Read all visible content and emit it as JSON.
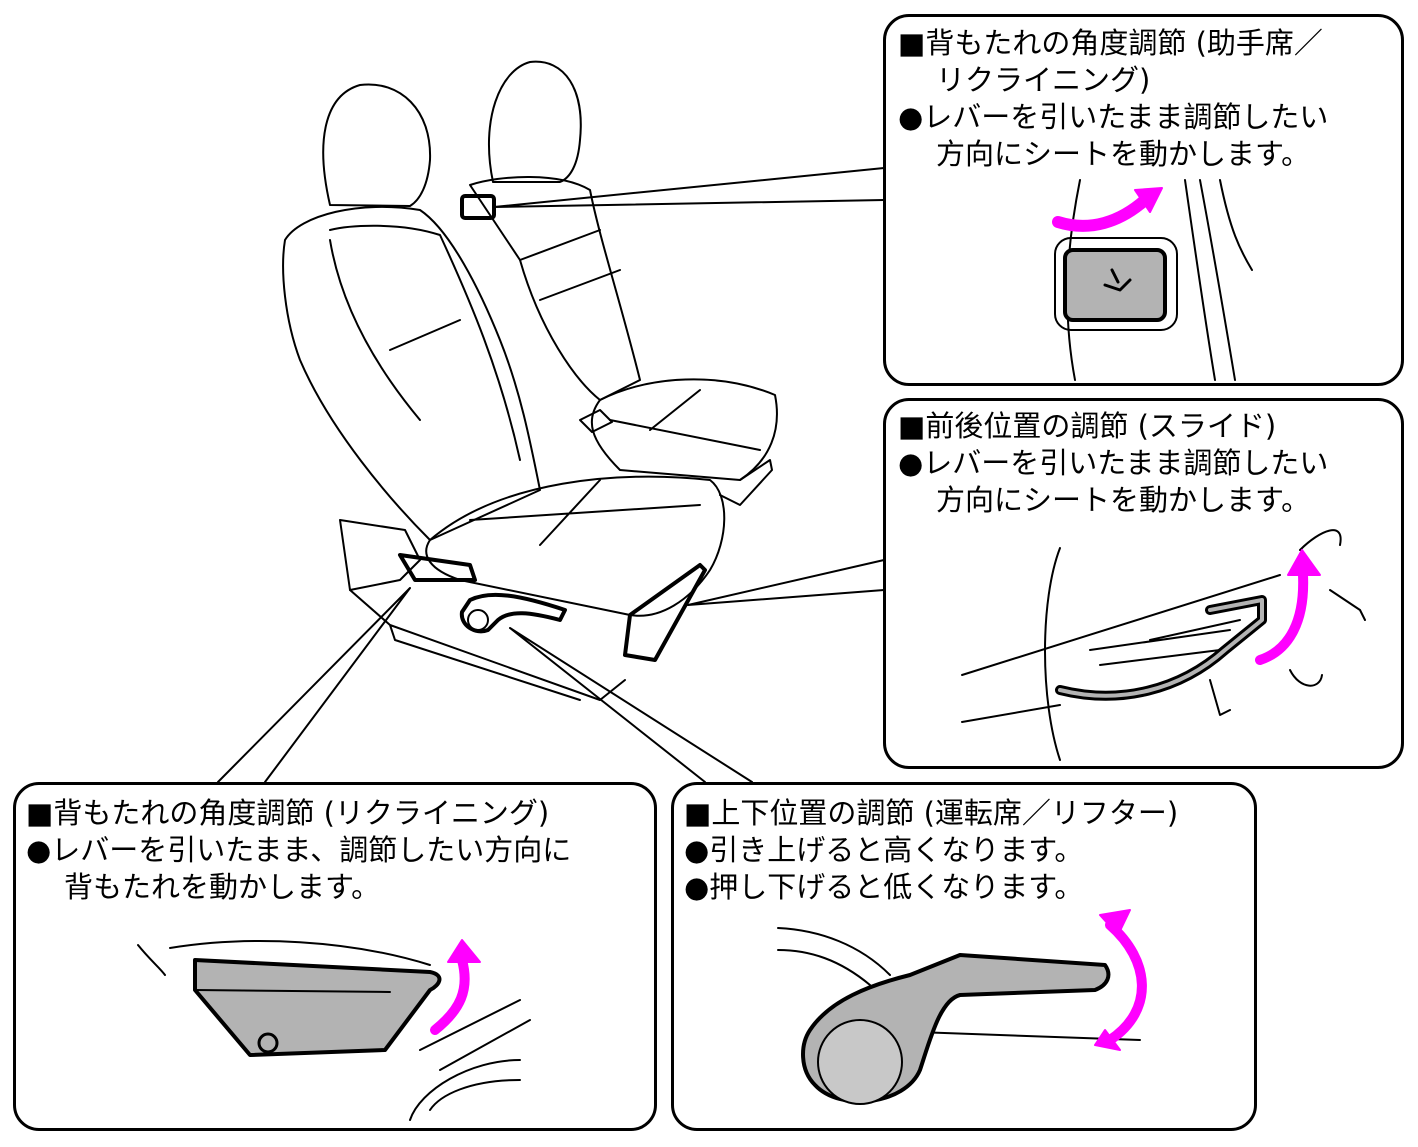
{
  "colors": {
    "arrow": "#ff00ff",
    "lever_fill": "#b3b3b3",
    "line": "#000000"
  },
  "callouts": [
    {
      "id": "recline-passenger",
      "heading": "■背もたれの角度調節 (助手席／",
      "heading_cont": "リクライニング)",
      "bullets": [
        "●レバーを引いたまま調節したい"
      ],
      "bullet_cont": "方向にシートを動かします。"
    },
    {
      "id": "slide",
      "heading": "■前後位置の調節 (スライド)",
      "bullets": [
        "●レバーを引いたまま調節したい"
      ],
      "bullet_cont": "方向にシートを動かします。"
    },
    {
      "id": "recline-driver",
      "heading": "■背もたれの角度調節 (リクライニング)",
      "bullets": [
        "●レバーを引いたまま、調節したい方向に"
      ],
      "bullet_cont": "背もたれを動かします。"
    },
    {
      "id": "lifter",
      "heading": "■上下位置の調節 (運転席／リフター)",
      "bullets": [
        "●引き上げると高くなります。",
        "●押し下げると低くなります。"
      ]
    }
  ],
  "icons": [
    "seat-recline-icon",
    "magenta-arrow-icon"
  ]
}
